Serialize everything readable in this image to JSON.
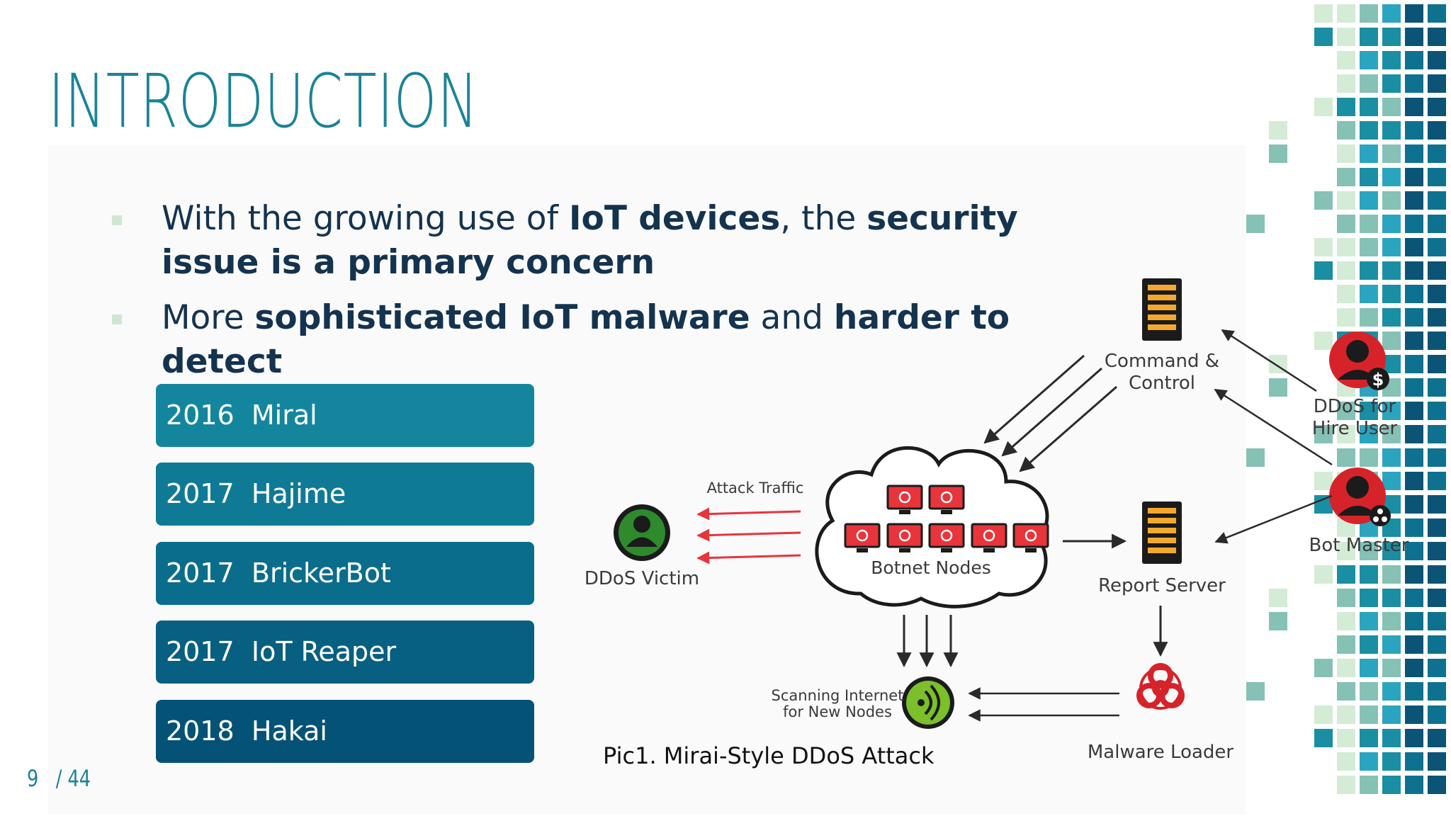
{
  "slide": {
    "title": "INTRODUCTION",
    "bullets": [
      {
        "segments": [
          {
            "text": "With the growing use of ",
            "bold": false
          },
          {
            "text": "IoT devices",
            "bold": true
          },
          {
            "text": ", the ",
            "bold": false
          },
          {
            "text": "security issue is a primary concern",
            "bold": true
          }
        ]
      },
      {
        "segments": [
          {
            "text": "More ",
            "bold": false
          },
          {
            "text": "sophisticated IoT malware",
            "bold": true
          },
          {
            "text": " and ",
            "bold": false
          },
          {
            "text": "harder to detect",
            "bold": true
          }
        ]
      }
    ],
    "timeline": [
      {
        "year": "2016",
        "name": "Miral",
        "color": "#13869e"
      },
      {
        "year": "2017",
        "name": "Hajime",
        "color": "#0f7a96"
      },
      {
        "year": "2017",
        "name": "BrickerBot",
        "color": "#0b6d8c"
      },
      {
        "year": "2017",
        "name": "IoT Reaper",
        "color": "#075f82"
      },
      {
        "year": "2018",
        "name": "Hakai",
        "color": "#045276"
      }
    ],
    "page": {
      "current": "9",
      "separator": "/",
      "total": "44"
    },
    "colors": {
      "title": "#1a8397",
      "text": "#14334f",
      "attack_arrow": "#e8343b",
      "ddos_red": "#d6232a",
      "victim_green": "#2f8a2d"
    }
  },
  "diagram": {
    "caption": "Pic1. Mirai-Style DDoS Attack",
    "labels": {
      "command_control": [
        "Command &",
        "Control"
      ],
      "ddos_for_hire": [
        "DDoS for",
        "Hire User"
      ],
      "bot_master": "Bot Master",
      "attack_traffic": "Attack Traffic",
      "botnet_nodes": "Botnet Nodes",
      "ddos_victim": "DDoS Victim",
      "report_server": "Report Server",
      "scanning": [
        "Scanning Internet",
        "for New Nodes"
      ],
      "malware_loader": "Malware Loader"
    }
  }
}
